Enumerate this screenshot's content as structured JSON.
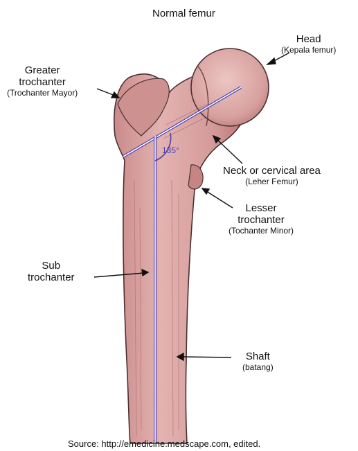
{
  "title": "Normal femur",
  "source": "Source: http://emedicine.medscape.com, edited.",
  "angle_label": "135°",
  "labels": {
    "head": {
      "main": "Head",
      "sub": "(Kepala femur)"
    },
    "greater_trochanter": {
      "main_line1": "Greater",
      "main_line2": "trochanter",
      "sub": "(Trochanter Mayor)"
    },
    "neck": {
      "main": "Neck or cervical area",
      "sub": "(Leher Femur)"
    },
    "lesser_trochanter": {
      "main_line1": "Lesser",
      "main_line2": "trochanter",
      "sub": "(Tochanter Minor)"
    },
    "sub_trochanter": {
      "main_line1": "Sub",
      "main_line2": "trochanter"
    },
    "shaft": {
      "main": "Shaft",
      "sub": "(batang)"
    }
  },
  "colors": {
    "bone_fill": "#d9a2a2",
    "bone_shadow": "#b97575",
    "bone_outline": "#4a2f2f",
    "axis_lines": "#4b3fa8"
  }
}
